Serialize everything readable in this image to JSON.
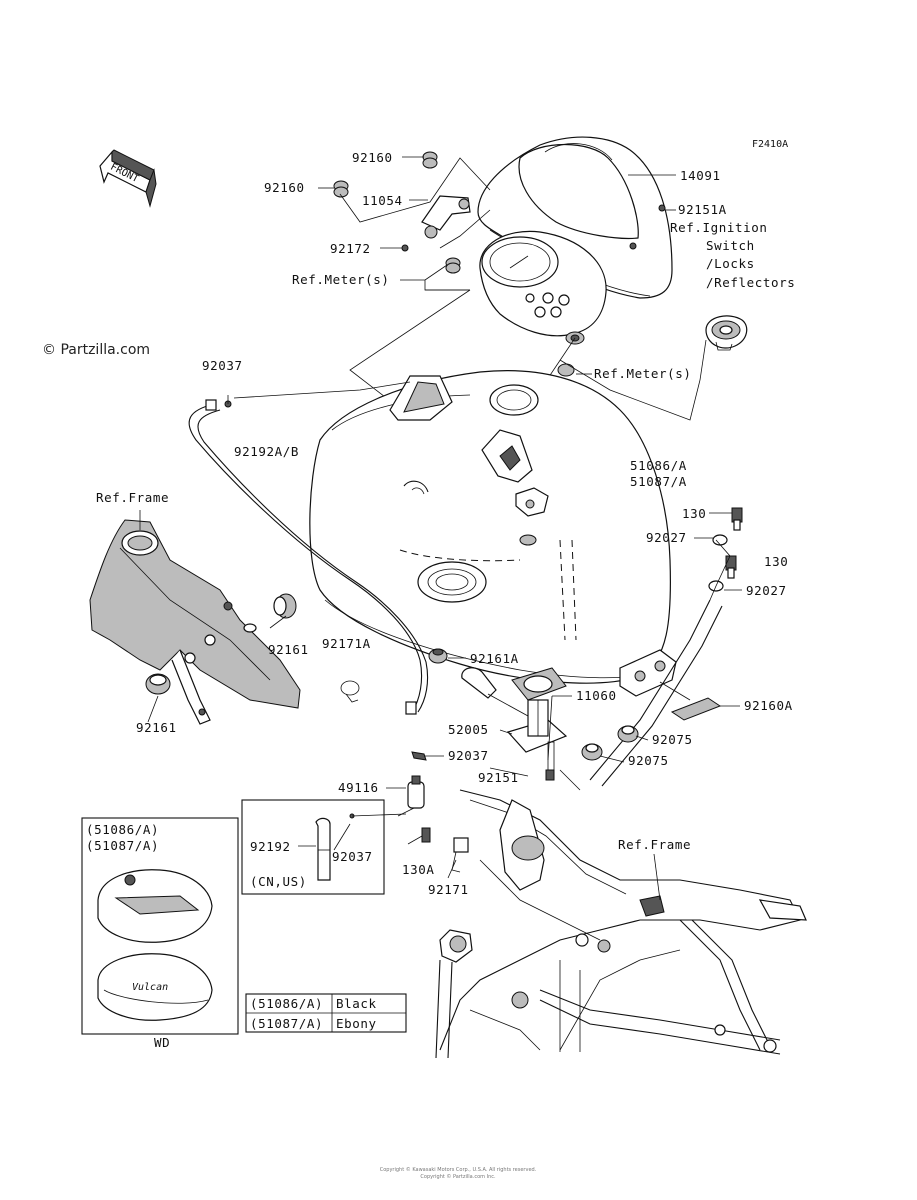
{
  "figure_code": "F2410A",
  "watermark": "© Partzilla.com",
  "front_label": "FRONT",
  "labels": {
    "p92160_top": "92160",
    "p92160_left": "92160",
    "p11054": "11054",
    "p92172": "92172",
    "ref_meter_top": "Ref.Meter(s)",
    "p14091": "14091",
    "p92151a": "92151A",
    "ref_ignition_1": "Ref.Ignition",
    "ref_ignition_2": "Switch",
    "ref_ignition_3": "/Locks",
    "ref_ignition_4": "/Reflectors",
    "ref_meter_right": "Ref.Meter(s)",
    "p92037_top": "92037",
    "p92192ab": "92192A/B",
    "p51086a": "51086/A",
    "p51087a": "51087/A",
    "ref_frame_left": "Ref.Frame",
    "p130_a": "130",
    "p92027_a": "92027",
    "p130_b": "130",
    "p92027_b": "92027",
    "p92161_upper": "92161",
    "p92171a": "92171A",
    "p92161a": "92161A",
    "p92160a": "92160A",
    "p11060": "11060",
    "p92161_lower": "92161",
    "p52005": "52005",
    "p92075_a": "92075",
    "p92075_b": "92075",
    "p92037_mid": "92037",
    "p92151": "92151",
    "p49116": "49116",
    "inset_51086": "(51086/A)",
    "inset_51087": "(51087/A)",
    "p92192": "92192",
    "p92037_box": "92037",
    "cn_us": "(CN,US)",
    "p130a": "130A",
    "p92171": "92171",
    "ref_frame_right": "Ref.Frame",
    "wd": "WD",
    "inset_logo": "Vulcan"
  },
  "color_table": {
    "rows": [
      {
        "code": "(51086/A)",
        "color": "Black"
      },
      {
        "code": "(51087/A)",
        "color": "Ebony"
      }
    ]
  },
  "footer_line_1": "Copyright © Kawasaki Motors Corp., U.S.A. All rights reserved.",
  "footer_line_2": "Copyright © Partzilla.com Inc."
}
